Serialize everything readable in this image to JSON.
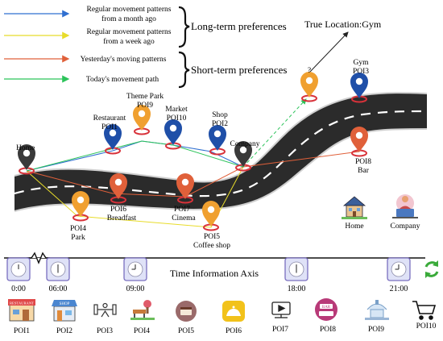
{
  "legend": [
    {
      "lines": [
        "Regular movement patterns",
        "from a month ago"
      ],
      "color": "#2f6fd0"
    },
    {
      "lines": [
        "Regular movement patterns",
        "from a week ago"
      ],
      "color": "#e8dc2a"
    },
    {
      "lines": [
        "Yesterday's moving patterns"
      ],
      "color": "#e0603a"
    },
    {
      "lines": [
        "Today's movement path"
      ],
      "color": "#2cc35a"
    }
  ],
  "preferences": {
    "long_term": "Long-term preferences",
    "short_term": "Short-term preferences"
  },
  "true_location": "True Location:Gym",
  "unknown_marker": "?",
  "places": {
    "home": "Home",
    "restaurant": [
      "Restaurant",
      "POI1"
    ],
    "theme_park": [
      "Theme Park",
      "POI9"
    ],
    "market": [
      "Market",
      "POI10"
    ],
    "shop": [
      "Shop",
      "POI2"
    ],
    "company": "Company",
    "gym": [
      "Gym",
      "POI3"
    ],
    "bar": [
      "POI8",
      "Bar"
    ],
    "park": [
      "POI4",
      "Park"
    ],
    "breadfast": [
      "POI6",
      "Breadfast"
    ],
    "cinema": [
      "POI7",
      "Cinema"
    ],
    "coffee_shop": [
      "POI5",
      "Coffee shop"
    ]
  },
  "icon_captions": {
    "home": "Home",
    "company": "Company"
  },
  "time_axis": {
    "title": "Time Information Axis",
    "clocks": [
      "0:00",
      "06:00",
      "09:00",
      "18:00",
      "21:00"
    ]
  },
  "poi_icons": [
    {
      "label": "POI1",
      "icon": "restaurant-icon",
      "icon_text": "RESTAURANT"
    },
    {
      "label": "POI2",
      "icon": "shop-icon",
      "icon_text": "SHOP"
    },
    {
      "label": "POI3",
      "icon": "gym-icon"
    },
    {
      "label": "POI4",
      "icon": "park-icon"
    },
    {
      "label": "POI5",
      "icon": "coffee-icon"
    },
    {
      "label": "POI6",
      "icon": "breakfast-icon"
    },
    {
      "label": "POI7",
      "icon": "cinema-icon"
    },
    {
      "label": "POI8",
      "icon": "bar-icon",
      "icon_text": "BAR"
    },
    {
      "label": "POI9",
      "icon": "theme-park-icon"
    },
    {
      "label": "POI10",
      "icon": "cart-icon"
    }
  ],
  "colors": {
    "month": "#2f6fd0",
    "week": "#e8dc2a",
    "yesterday": "#e0603a",
    "today": "#2cc35a",
    "pin_orange": "#f0a030",
    "pin_blue": "#1f4fa8",
    "pin_dark": "#3a3a3a",
    "road": "#2b2b2b",
    "clock_face": "#dfe2f7",
    "clock_border": "#7a6fc0"
  }
}
